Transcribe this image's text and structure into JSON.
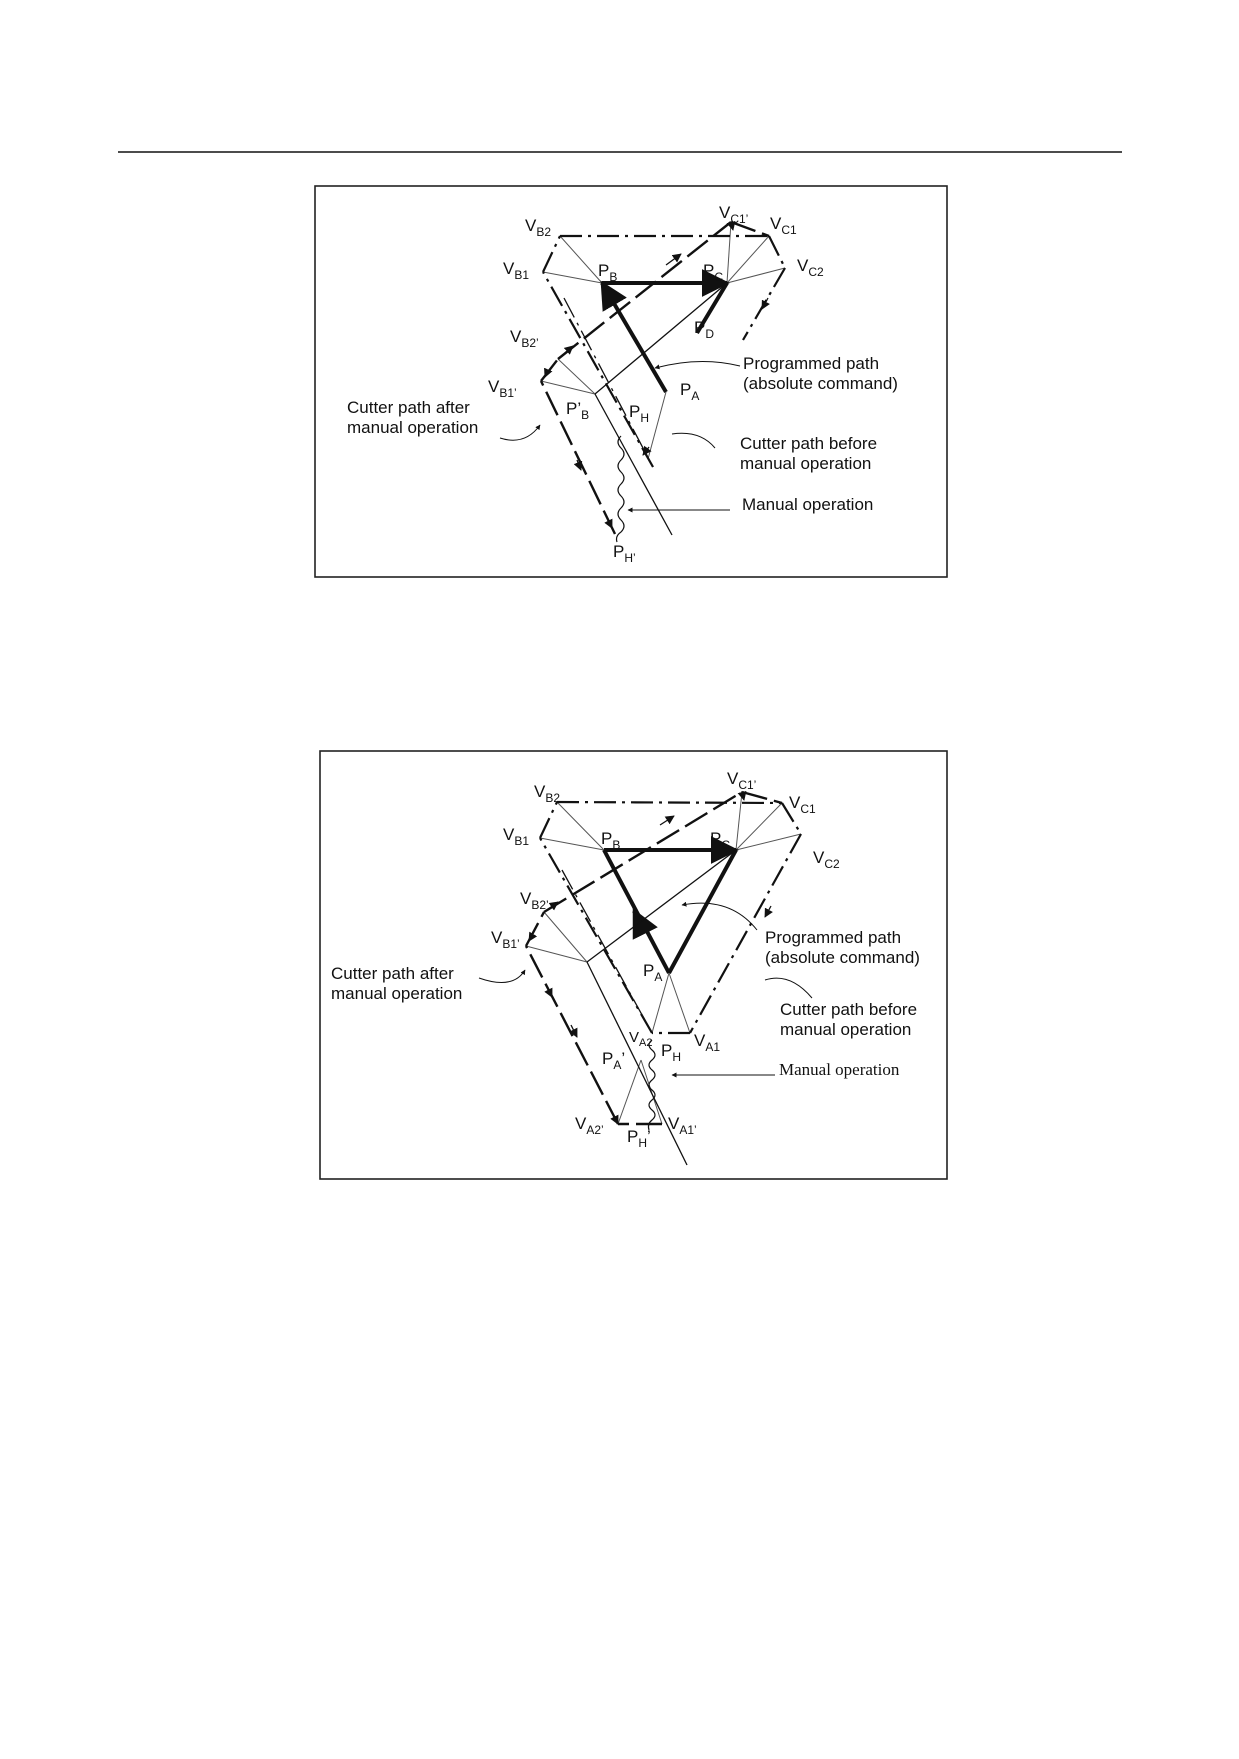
{
  "figure_top": {
    "labels": {
      "vb2": "B2",
      "vc1p": "C1’",
      "vc1": "C1",
      "vc2": "C2",
      "vb1": "B1",
      "pb": "B",
      "pc": "C",
      "vb2p": "B2’",
      "pd": "D",
      "vb1p": "B1’",
      "pbp": "’",
      "pbp_sub": "B",
      "pa": "A",
      "ph": "H",
      "php": "H’"
    },
    "callouts": {
      "programmed_line1": "Programmed path",
      "programmed_line2": "(absolute command)",
      "after_line1": "Cutter path after",
      "after_line2": "manual operation",
      "before_line1": "Cutter path before",
      "before_line2": "manual operation",
      "manual": "Manual operation"
    }
  },
  "figure_bottom": {
    "labels": {
      "vc1p": "C1’",
      "vb2": "B2",
      "vc1": "C1",
      "vb1": "B1",
      "pb": "B",
      "pc": "C",
      "vc2": "C2",
      "vb2p": "B2’",
      "vb1p": "B1’",
      "pa": "A",
      "va2": "A2",
      "ph": "H",
      "va1": "A1",
      "pap": "A",
      "pap_prime": "’",
      "va2p": "A2’",
      "php": "H",
      "php_prime": "’",
      "va1p": "A1’"
    },
    "callouts": {
      "programmed_line1": "Programmed path",
      "programmed_line2": "(absolute command)",
      "after_line1": "Cutter path after",
      "after_line2": "manual operation",
      "before_line1": "Cutter path before",
      "before_line2": "manual operation",
      "manual": "Manual operation"
    }
  },
  "letters": {
    "v": "V",
    "p": "P"
  }
}
